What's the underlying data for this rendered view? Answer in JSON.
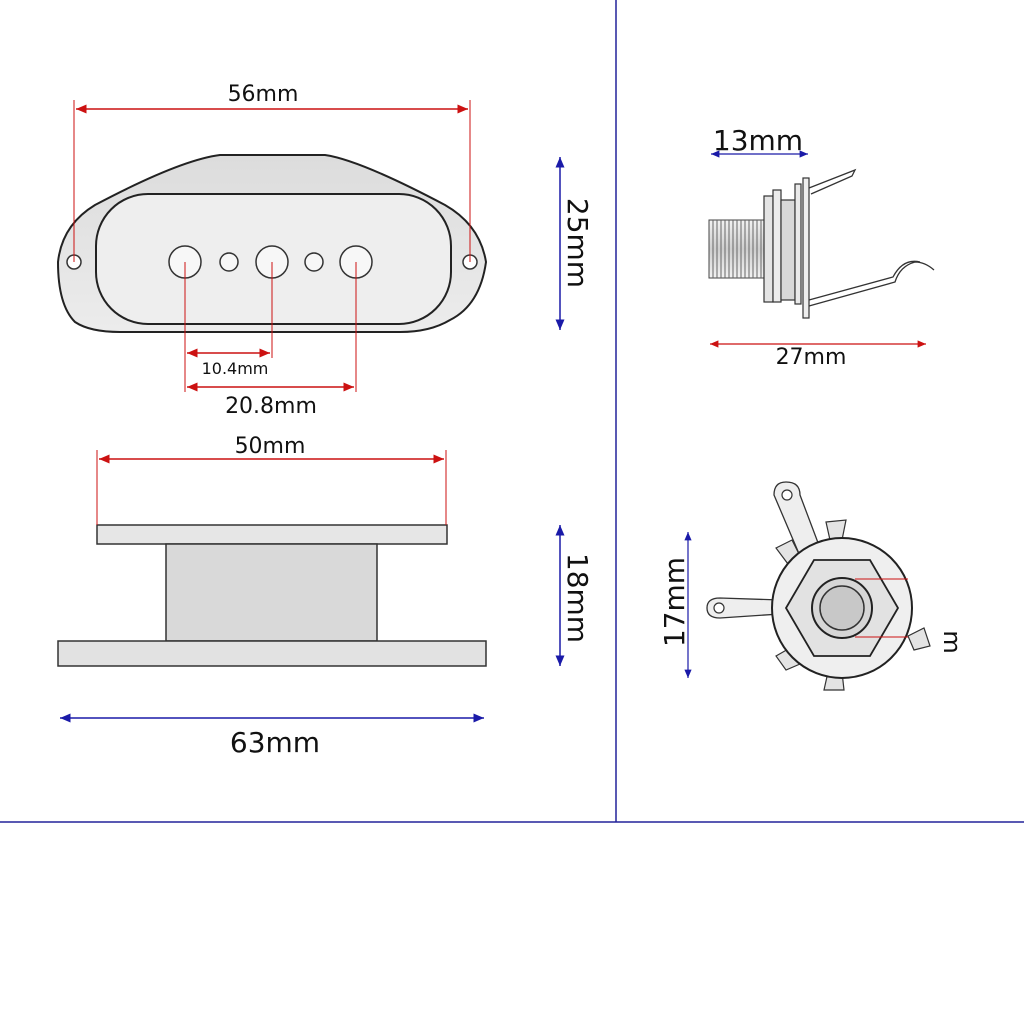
{
  "dimensions": {
    "pickup_top_width": "56mm",
    "pickup_top_height": "25mm",
    "pole_spacing_small": "10.4mm",
    "pole_spacing_large": "20.8mm",
    "pickup_side_top_width": "50mm",
    "pickup_side_height": "18mm",
    "pickup_side_base_width": "63mm",
    "jack_thread_length": "13mm",
    "jack_total_length": "27mm",
    "jack_diameter": "17mm",
    "jack_cut_label": "m"
  },
  "colors": {
    "dimension_line": "#cc1111",
    "arrow_line": "#1a1aa8",
    "divider": "#22229a",
    "outline": "#222222",
    "body_fill": "#e3e3e3",
    "pole_fill": "#f4f4f4"
  }
}
